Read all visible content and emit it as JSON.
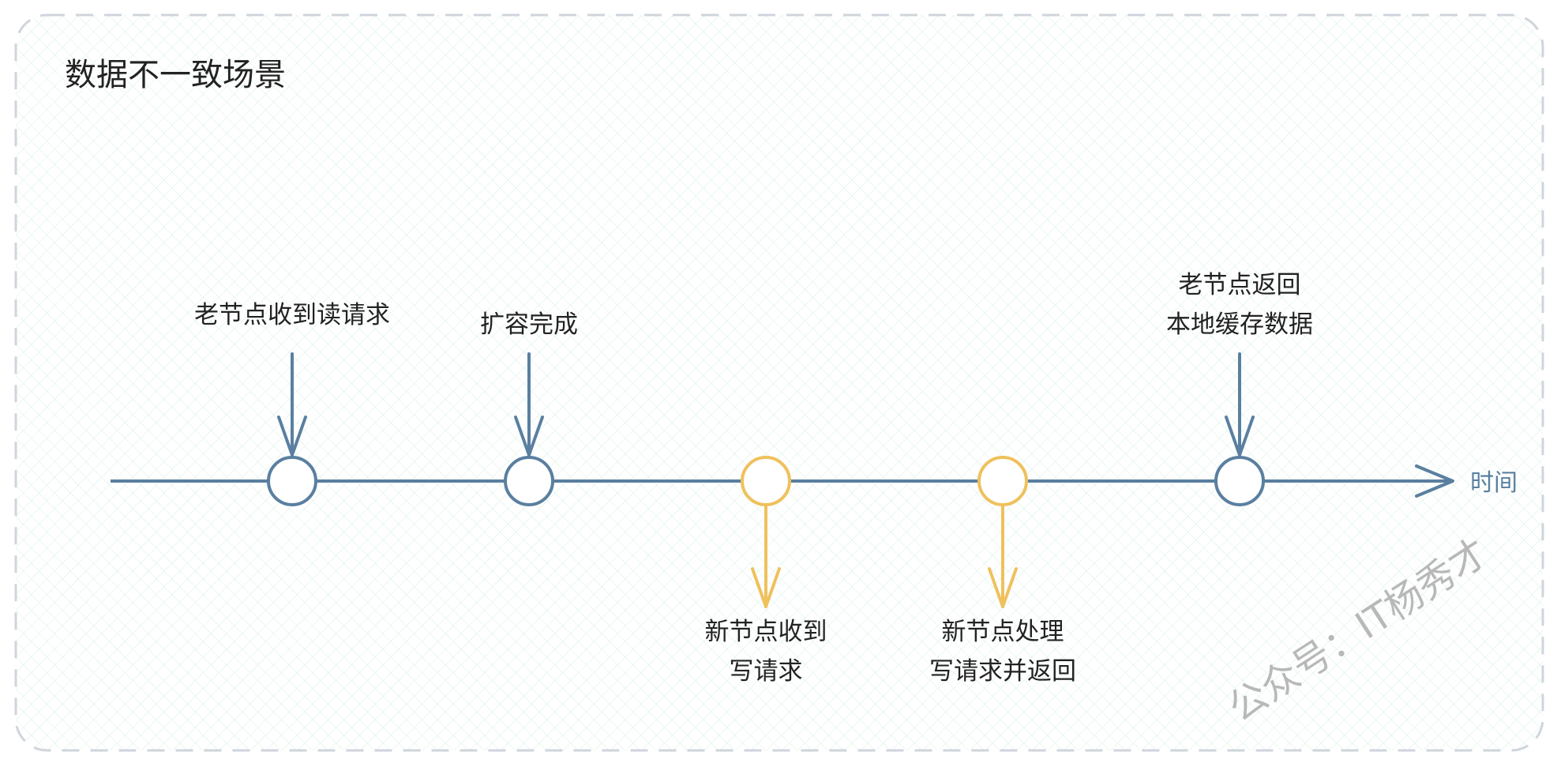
{
  "title": "数据不一致场景",
  "axis_label": "时间",
  "watermark": "公众号：IT杨秀才",
  "colors": {
    "old_node": "#5a7fa0",
    "new_node": "#efc15c",
    "frame": "#cfd5dc",
    "grid": "#d6f0e3"
  },
  "events": [
    {
      "kind": "old",
      "side": "above",
      "lines": [
        "老节点收到读请求"
      ]
    },
    {
      "kind": "old",
      "side": "above",
      "lines": [
        "扩容完成"
      ]
    },
    {
      "kind": "new",
      "side": "below",
      "lines": [
        "新节点收到",
        "写请求"
      ]
    },
    {
      "kind": "new",
      "side": "below",
      "lines": [
        "新节点处理",
        "写请求并返回"
      ]
    },
    {
      "kind": "old",
      "side": "above",
      "lines": [
        "老节点返回",
        "本地缓存数据"
      ]
    }
  ]
}
